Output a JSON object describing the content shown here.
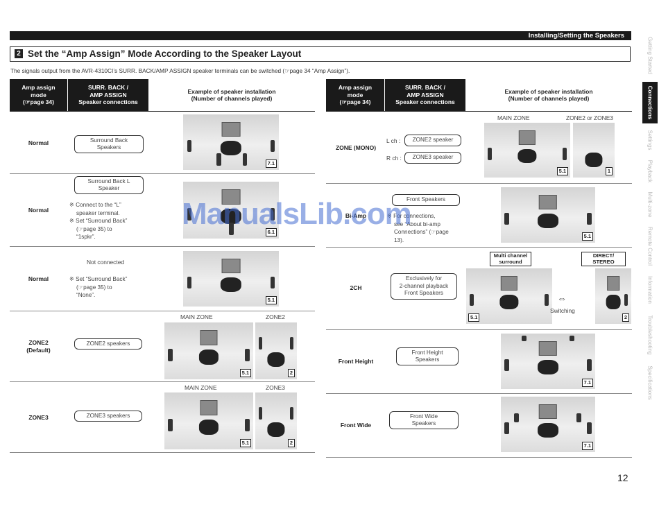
{
  "header_band": "Installing/Setting the Speakers",
  "section": {
    "number": "2",
    "title": "Set the “Amp Assign” Mode According to the Speaker Layout"
  },
  "intro": "The signals output from the AVR-4310CI’s SURR. BACK/AMP ASSIGN speaker terminals can be switched (☞page 34 “Amp Assign”).",
  "table_headers": {
    "mode": [
      "Amp assign",
      "mode",
      "(☞page 34)"
    ],
    "connections": [
      "SURR. BACK /",
      "AMP ASSIGN",
      "Speaker connections"
    ],
    "example": [
      "Example of speaker installation",
      "(Number of channels played)"
    ]
  },
  "left_rows": [
    {
      "mode": "Normal",
      "pill": "Surround Back\nSpeakers",
      "badge": "7.1"
    },
    {
      "mode": "Normal",
      "pill": "Surround Back L\nSpeaker",
      "note_lines": [
        "※ Connect  to  the  “L”",
        "speaker terminal.",
        "※ Set  “Surround  Back”",
        "(☞page       35)       to",
        "“1spkr”."
      ],
      "badge": "6.1"
    },
    {
      "mode": "Normal",
      "text": "Not connected",
      "note_lines": [
        "※ Set “Surround Back”",
        "(☞page 35) to",
        "“None”."
      ],
      "badge": "5.1"
    },
    {
      "mode": "ZONE2\n(Default)",
      "pill": "ZONE2 speakers",
      "zone_labels": [
        "MAIN ZONE",
        "ZONE2"
      ],
      "badges": [
        "5.1",
        "2"
      ]
    },
    {
      "mode": "ZONE3",
      "pill": "ZONE3 speakers",
      "zone_labels": [
        "MAIN ZONE",
        "ZONE3"
      ],
      "badges": [
        "5.1",
        "2"
      ]
    }
  ],
  "right_rows": [
    {
      "mode": "ZONE (MONO)",
      "lch": "L ch :",
      "rch": "R ch :",
      "pill_l": "ZONE2 speaker",
      "pill_r": "ZONE3 speaker",
      "zone_labels": [
        "MAIN ZONE",
        "ZONE2 or ZONE3"
      ],
      "badges": [
        "5.1",
        "1"
      ]
    },
    {
      "mode": "Bi-Amp",
      "pill": "Front Speakers",
      "note_lines": [
        "※ For    connections,",
        "see  “About  bi-amp",
        "Connections” (☞page",
        "13)."
      ],
      "badge": "5.1"
    },
    {
      "mode": "2CH",
      "pill": "Exclusively for\n2-channel playback\nFront Speakers",
      "box_labels": [
        "Multi channel\nsurround",
        "DIRECT/\nSTEREO"
      ],
      "arrow": "⇔",
      "switch_text": "Switching",
      "badges": [
        "5.1",
        "2"
      ]
    },
    {
      "mode": "Front Height",
      "pill": "Front Height\nSpeakers",
      "badge": "7.1"
    },
    {
      "mode": "Front Wide",
      "pill": "Front Wide\nSpeakers",
      "badge": "7.1"
    }
  ],
  "side_tabs": [
    "Getting Started",
    "Connections",
    "Settings",
    "Playback",
    "Multi-zone",
    "Remote Control",
    "Information",
    "Troubleshooting",
    "Specifications"
  ],
  "active_tab": "Connections",
  "page_number": "12",
  "watermark": "ManualsLib.com"
}
